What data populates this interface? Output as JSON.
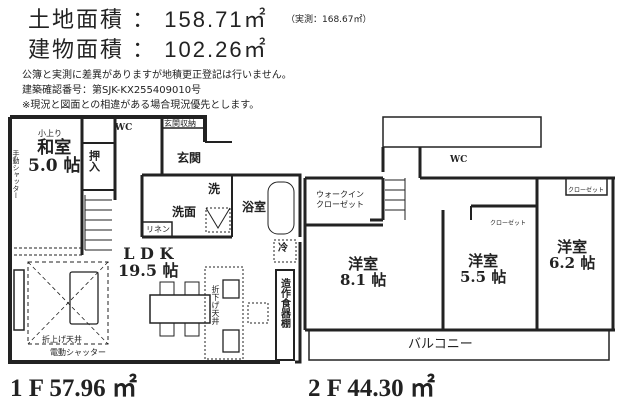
{
  "header": {
    "land_area_label": "土地面積",
    "land_area_value": "158.71㎡",
    "land_area_measured": "（実測：168.67㎡）",
    "building_area_label": "建物面積",
    "building_area_value": "102.26㎡",
    "notes": [
      "公簿と実測に差異がありますが地積更正登記は行いません。",
      "建築確認番号：第SJK-KX255409010号",
      "※現況と図面との相違がある場合現況優先とします。"
    ]
  },
  "floor1": {
    "area_label": "1 F 57.96 ㎡",
    "rooms": {
      "washitsu_note": "小上り",
      "washitsu_name": "和室",
      "washitsu_size": "5.0 帖",
      "shutter_side": "手動シャッター",
      "oshiire": "押入",
      "wc": "WC",
      "genkan_storage": "玄関収納",
      "genkan": "玄関",
      "wash": "洗",
      "senmen": "洗面",
      "linen": "リネン",
      "bath": "浴室",
      "fridge": "冷",
      "ldk_name": "L D K",
      "ldk_size": "19.5 帖",
      "ceiling": "折上げ天井",
      "electric_shutter": "電動シャッター",
      "kitchen_ceiling": "折下げ天井",
      "cupboard": "造作食器棚"
    }
  },
  "floor2": {
    "area_label": "2 F 44.30 ㎡",
    "rooms": {
      "walkin_line1": "ウォークイン",
      "walkin_line2": "クローゼット",
      "wc": "WC",
      "closet": "クローゼット",
      "room1_name": "洋室",
      "room1_size": "8.1 帖",
      "room2_name": "洋室",
      "room2_size": "5.5 帖",
      "room3_name": "洋室",
      "room3_size": "6.2 帖",
      "balcony": "バルコニー"
    }
  }
}
